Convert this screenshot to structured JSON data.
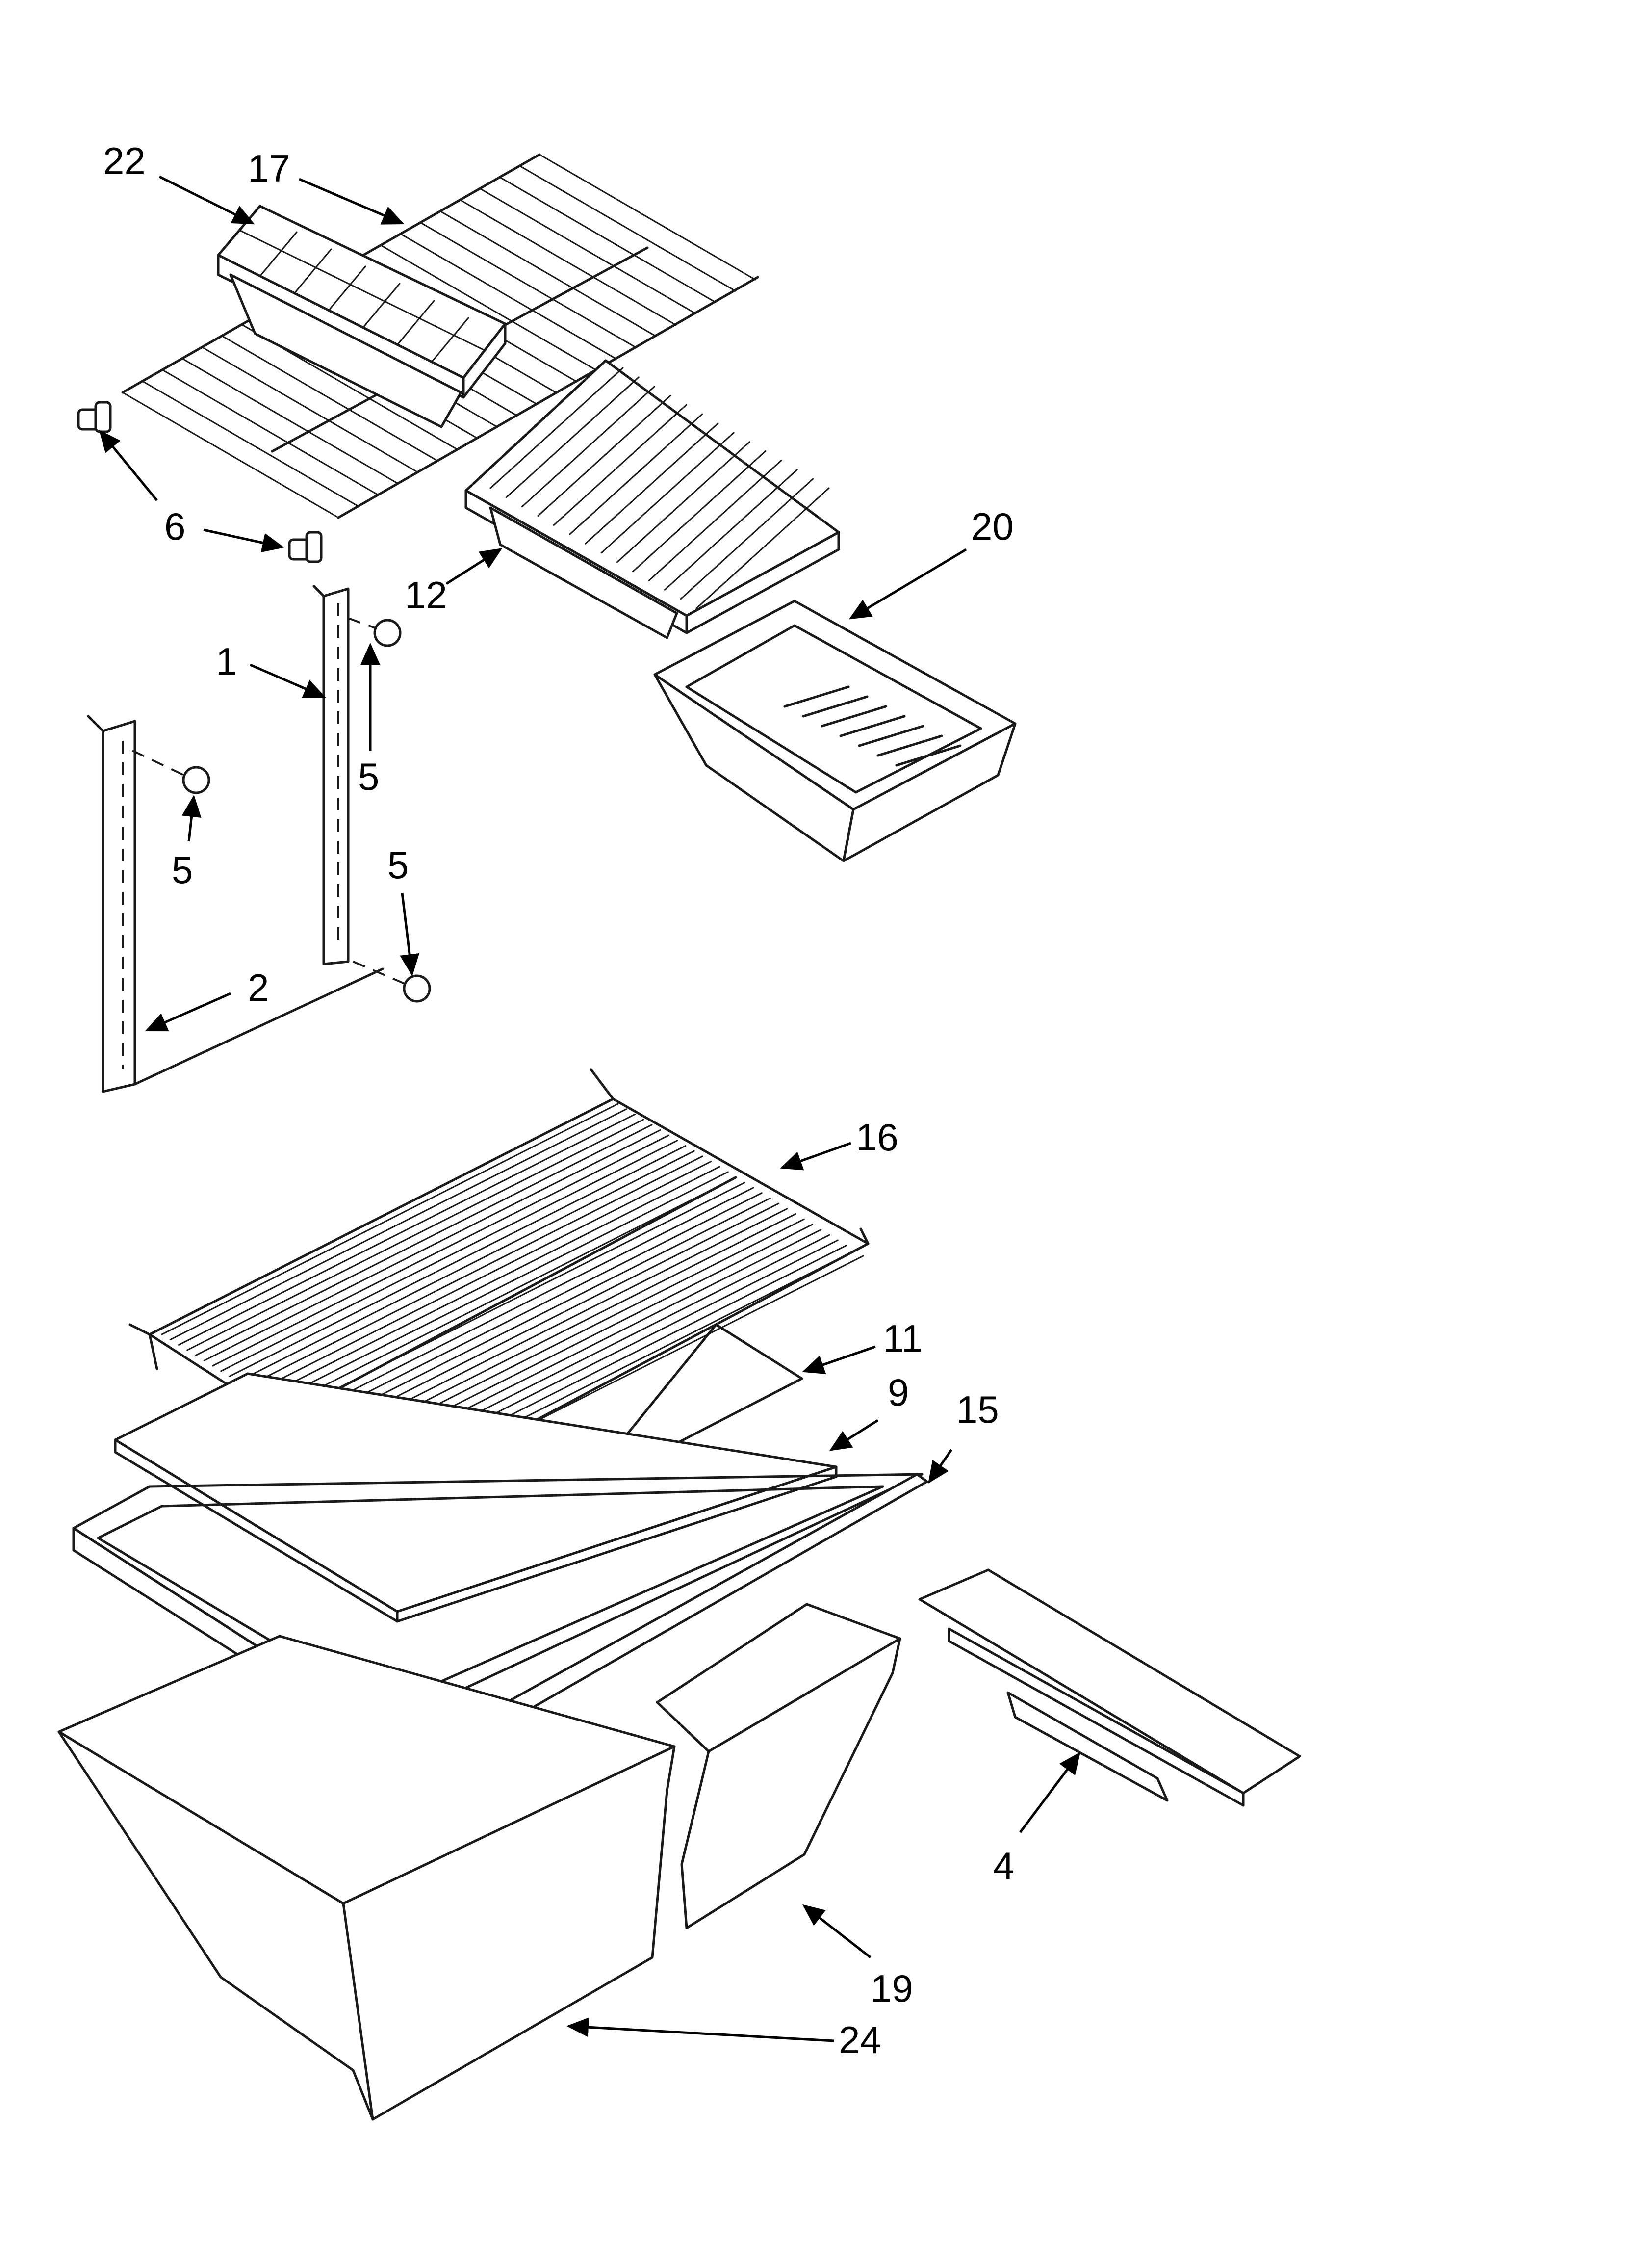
{
  "callouts": [
    {
      "id": "c22a",
      "label": "22"
    },
    {
      "id": "c17",
      "label": "17"
    },
    {
      "id": "c6",
      "label": "6"
    },
    {
      "id": "c12",
      "label": "12"
    },
    {
      "id": "c20",
      "label": "20"
    },
    {
      "id": "c1",
      "label": "1"
    },
    {
      "id": "c5a",
      "label": "5"
    },
    {
      "id": "c5b",
      "label": "5"
    },
    {
      "id": "c5c",
      "label": "5"
    },
    {
      "id": "c2",
      "label": "2"
    },
    {
      "id": "c16",
      "label": "16"
    },
    {
      "id": "c11",
      "label": "11"
    },
    {
      "id": "c9",
      "label": "9"
    },
    {
      "id": "c15",
      "label": "15"
    },
    {
      "id": "c4",
      "label": "4"
    },
    {
      "id": "c19",
      "label": "19"
    },
    {
      "id": "c24",
      "label": "24"
    }
  ]
}
